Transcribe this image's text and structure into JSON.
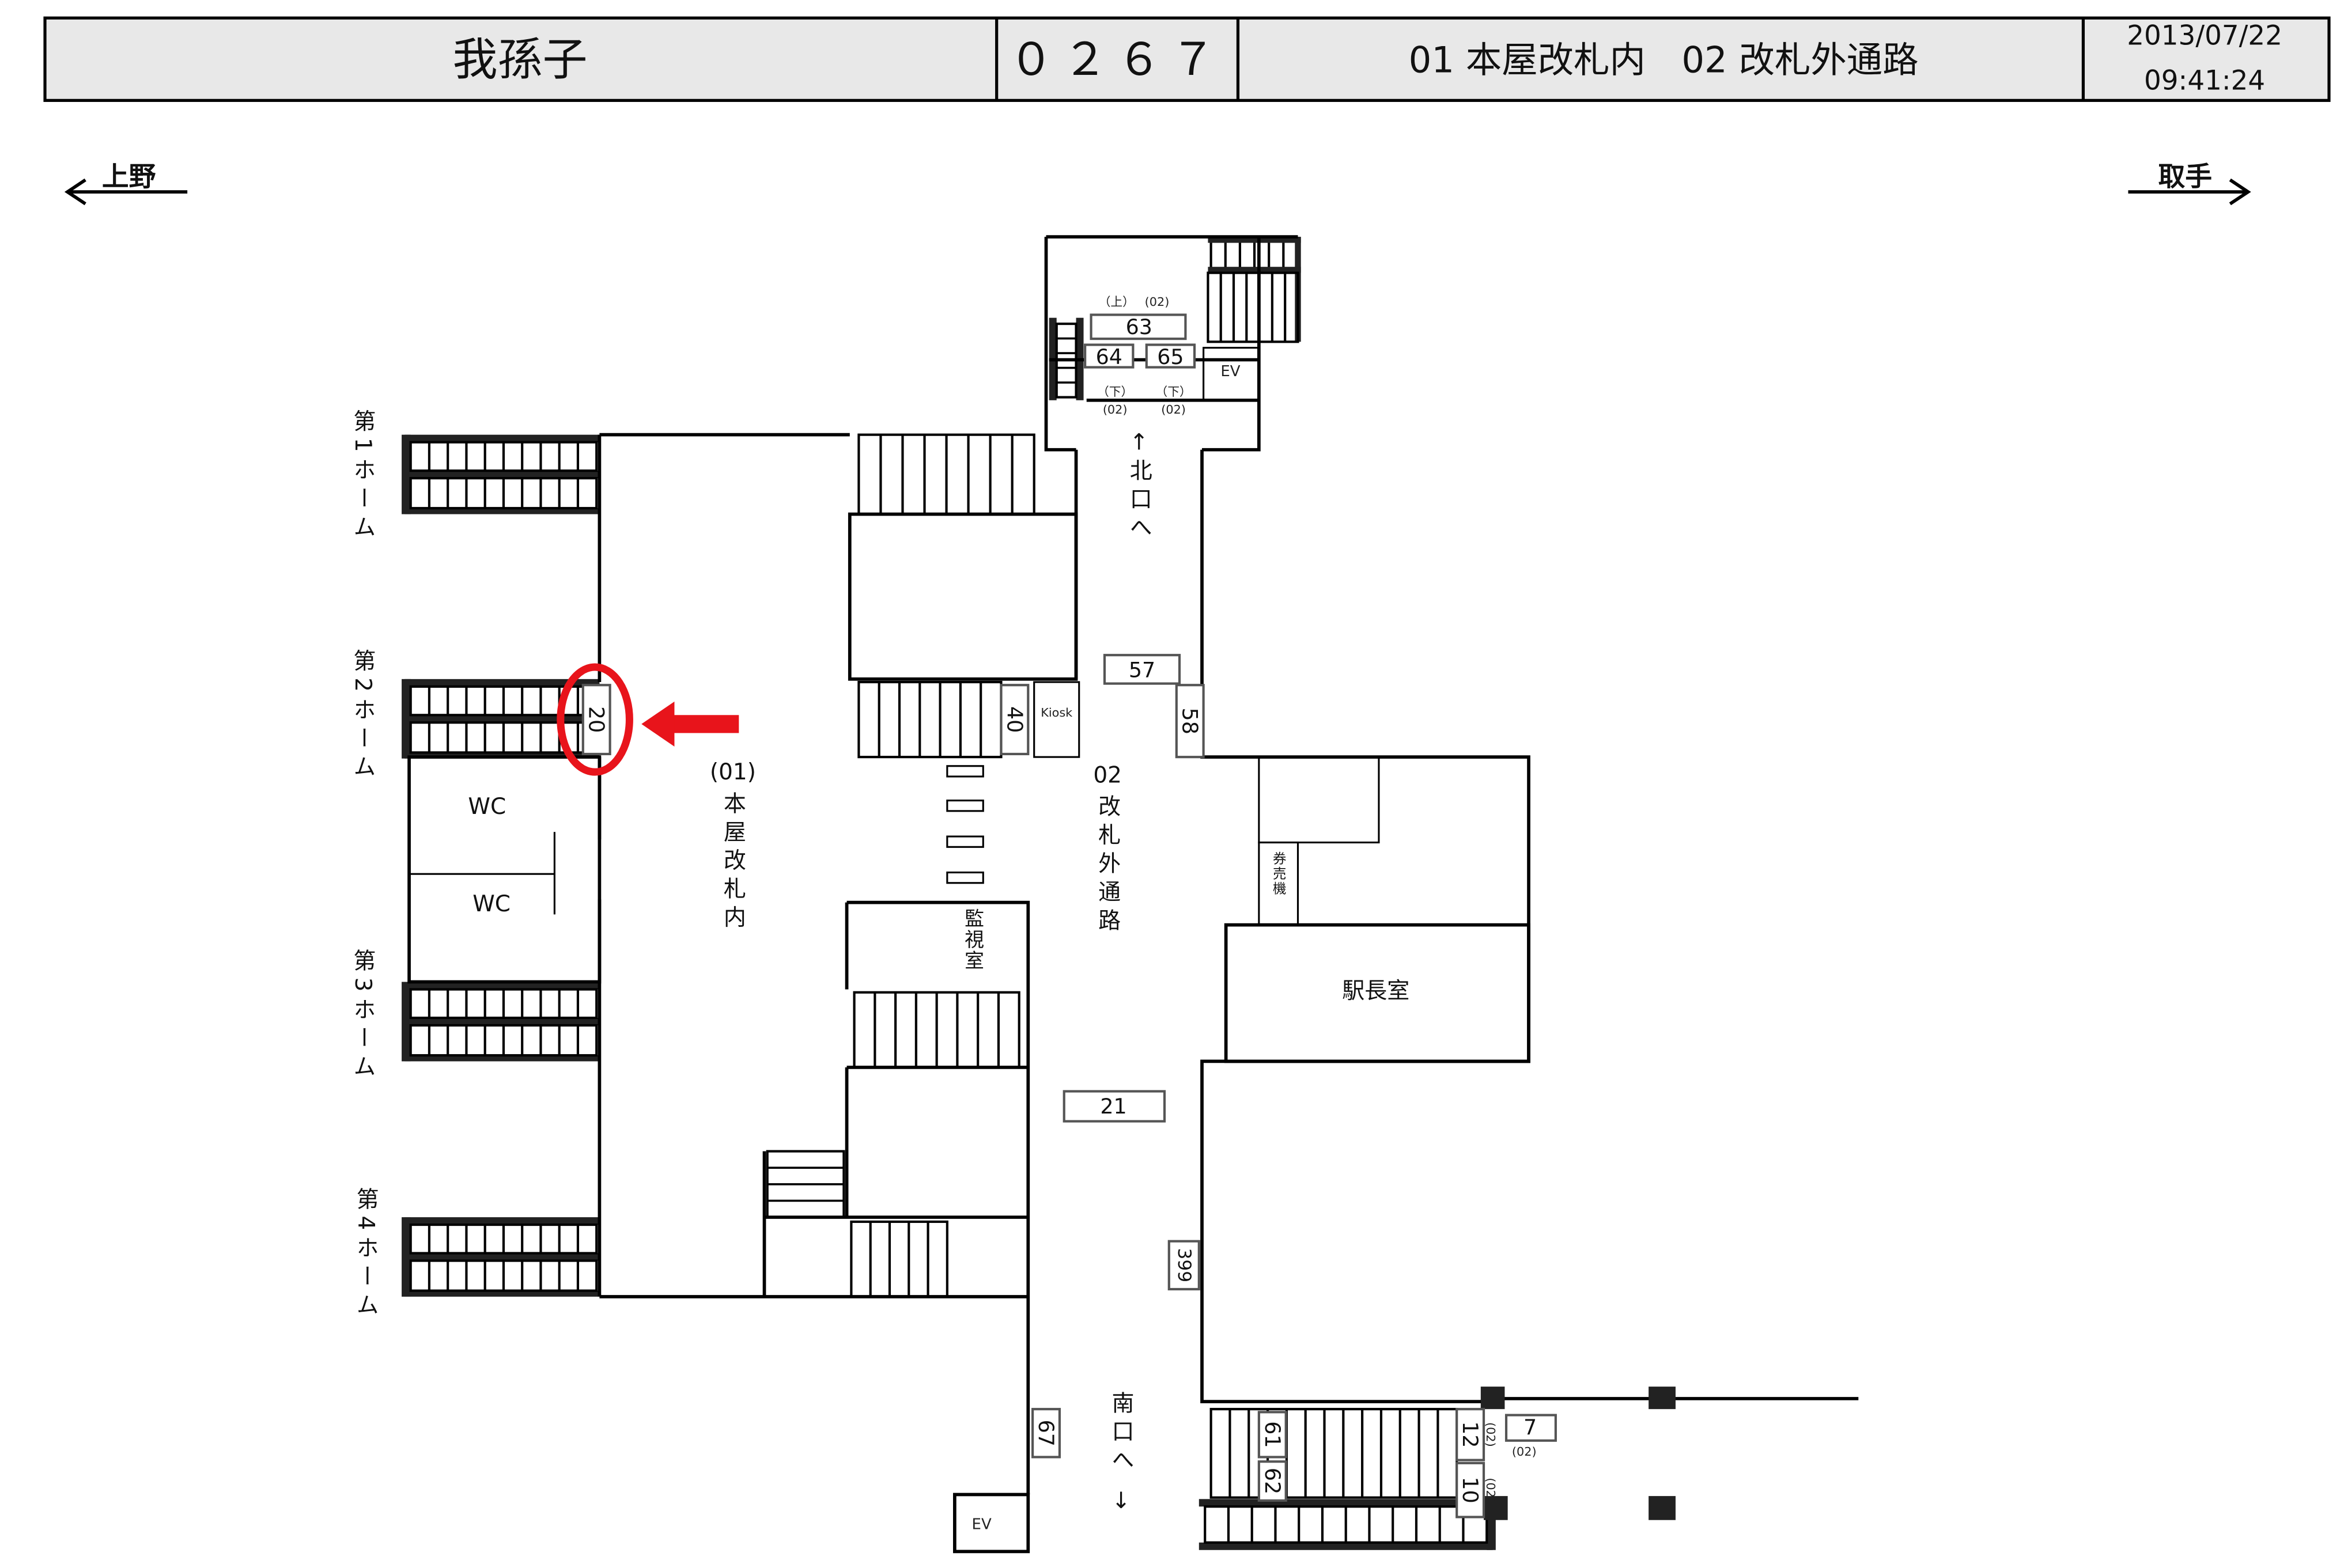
{
  "header": {
    "station": "我孫子",
    "code": "０２６７",
    "gates": "01 本屋改札内　02 改札外通路",
    "date": "2013/07/22",
    "time": "09:41:24"
  },
  "directions": {
    "left": "上野",
    "right": "取手"
  },
  "platforms": [
    "第1ホーム",
    "第2ホーム",
    "第3ホーム",
    "第4ホーム"
  ],
  "areas": {
    "gate01": "(01)",
    "gate01_name": "本屋改札内",
    "gate02": "02",
    "gate02_name": "改札外通路",
    "north_exit": "北口へ",
    "south_exit": "南口へ",
    "wc1": "WC",
    "wc2": "WC",
    "monitor_room": "監視室",
    "station_master": "駅長室",
    "ticket_machine": "券売機",
    "kiosk": "Kiosk",
    "ev_north": "EV",
    "ev_south": "EV"
  },
  "boxes": {
    "b20": "20",
    "b40": "40",
    "b57": "57",
    "b58": "58",
    "b21": "21",
    "b399": "399",
    "b67": "67",
    "b63": "63",
    "b64": "64",
    "b65": "65",
    "b61": "61",
    "b62": "62",
    "b12": "12",
    "b10": "10",
    "b7": "7"
  },
  "small_labels": {
    "up": "（上）",
    "up_code": "(02)",
    "down1": "（下）",
    "down1_code": "(02)",
    "down2": "（下）",
    "down2_code": "(02)",
    "b12_code": "(02)",
    "b10_code": "(02)",
    "b7_code": "(02)"
  },
  "highlight": {
    "target": "20",
    "color": "#e8141b"
  }
}
